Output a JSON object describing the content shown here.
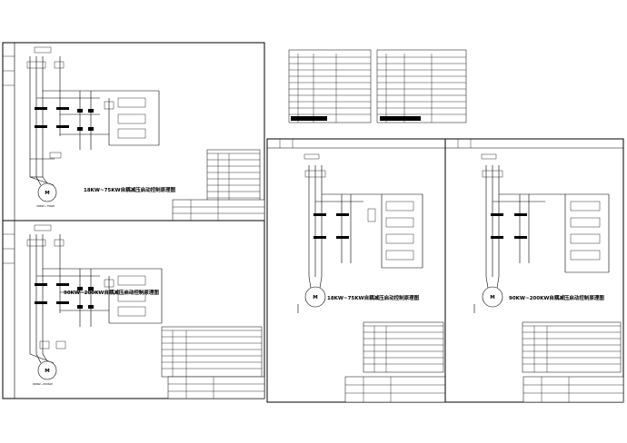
{
  "sheets": [
    {
      "diagram_title": "18KW~75KW自耦减压启动控制原理图",
      "motor_label": "M",
      "motor_rating": "18KW~75KW"
    },
    {
      "diagram_title": "90KW~200KW自耦减压启动控制原理图",
      "motor_label": "M",
      "motor_rating": "90KW~200KW"
    },
    {
      "diagram_title": "18KW~75KW自耦减压启动控制原理图",
      "motor_label": "M",
      "motor_rating": ""
    },
    {
      "diagram_title": "90KW~200KW自耦减压启动控制原理图",
      "motor_label": "M",
      "motor_rating": ""
    }
  ],
  "colors": {
    "line": "#000000",
    "background": "#ffffff"
  }
}
